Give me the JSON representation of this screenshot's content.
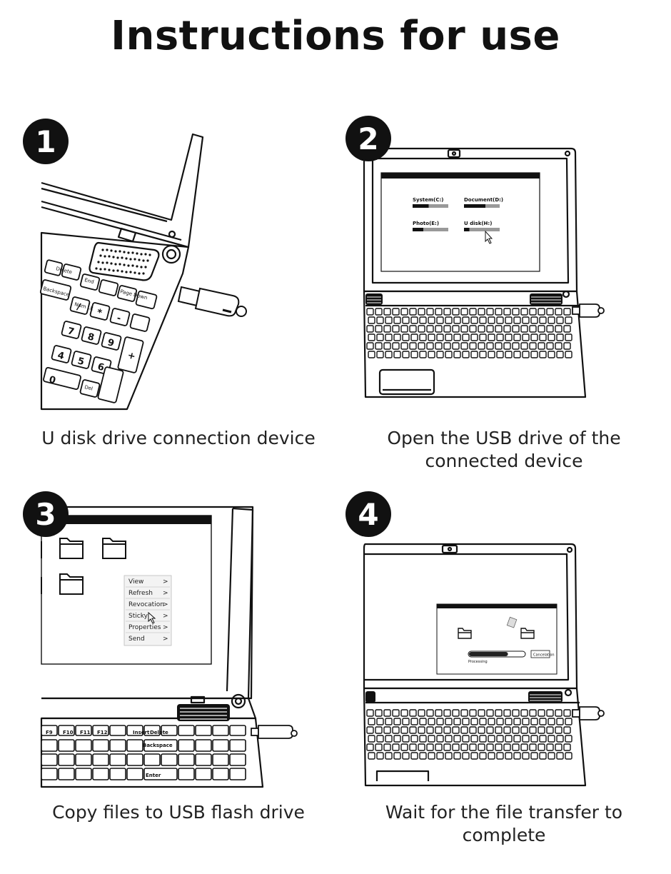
{
  "title": "Instructions for use",
  "steps": [
    {
      "number": "1",
      "caption": "U disk drive connection device",
      "keys": [
        "Delete",
        "End",
        "Page Down",
        "Backspace",
        "Num Lk",
        "Del"
      ]
    },
    {
      "number": "2",
      "caption": "Open the USB drive of the connected device",
      "drives": [
        {
          "label": "System(C:)",
          "fill": 0.45
        },
        {
          "label": "Document(D:)",
          "fill": 0.6
        },
        {
          "label": "Photo(E:)",
          "fill": 0.3
        },
        {
          "label": "U disk(H:)",
          "fill": 0.15
        }
      ]
    },
    {
      "number": "3",
      "caption": "Copy files to USB flash drive",
      "menu": [
        "View",
        "Refresh",
        "Revocation",
        "Sticky",
        "Properties",
        "Send"
      ],
      "menu_arrow": ">",
      "keys": [
        "F9",
        "F10",
        "F11",
        "F12",
        "Insert",
        "Delete",
        "Backspace",
        "Enter"
      ]
    },
    {
      "number": "4",
      "caption": "Wait for the file transfer to complete",
      "progress": 0.7,
      "cancel_label": "Cancelation",
      "status_text": "Processing"
    }
  ]
}
